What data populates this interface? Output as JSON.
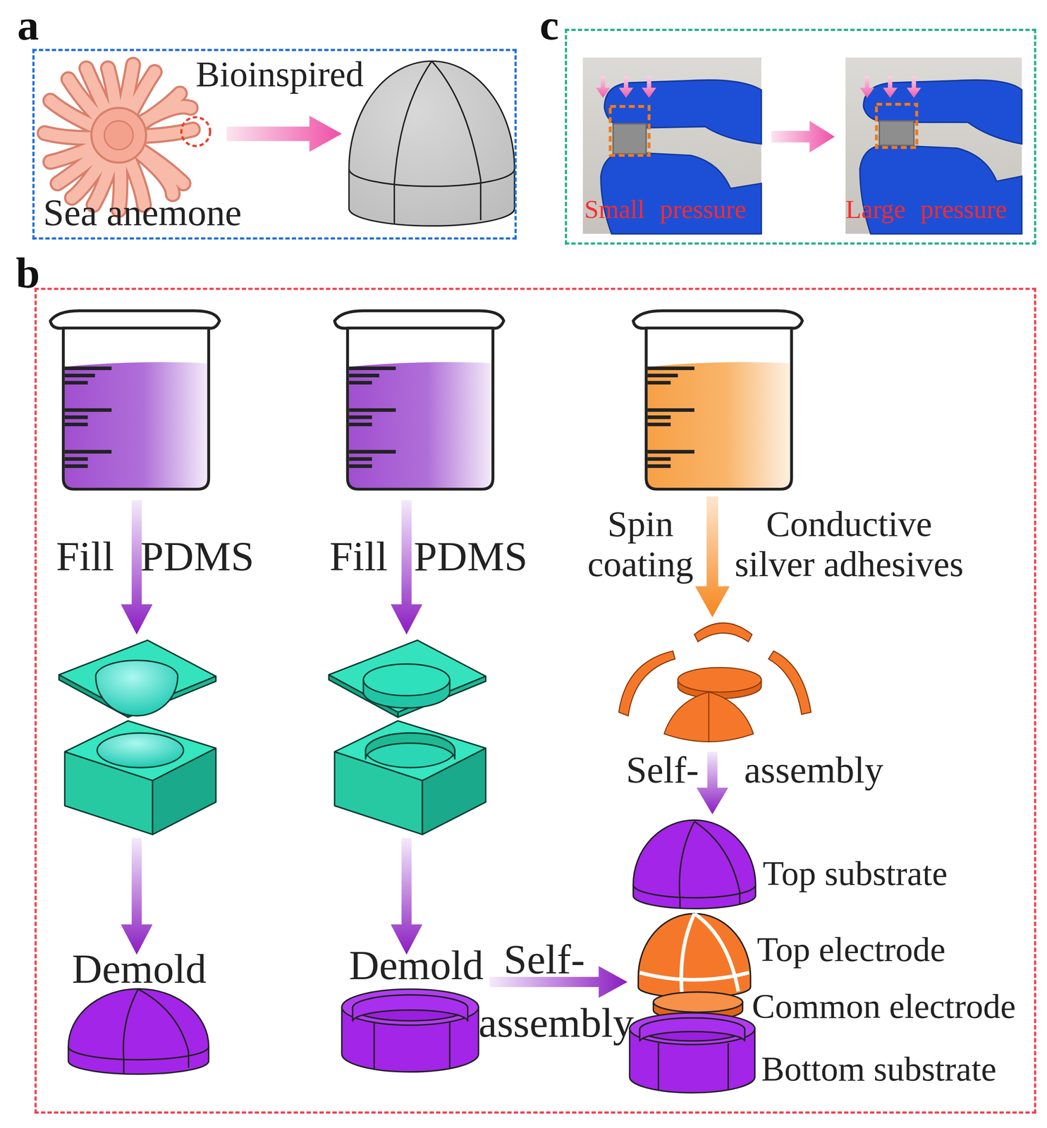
{
  "diagram": {
    "nodes": [
      {
        "text": [
          "a"
        ]
      },
      {
        "text": [
          "b"
        ]
      },
      {
        "text": [
          "c"
        ]
      }
    ],
    "labels": [
      "Bioinspired",
      "Sea anemone",
      "Small pressure",
      "Large pressure",
      "Fill PDMS",
      "Fill PDMS",
      "Spin coating",
      "Conductive silver adhesives",
      "Self- assembly",
      "Demold",
      "Demold",
      "Self- assembly",
      "Top substrate",
      "Top electrode",
      "Common electrode",
      "Bottom substrate"
    ]
  }
}
